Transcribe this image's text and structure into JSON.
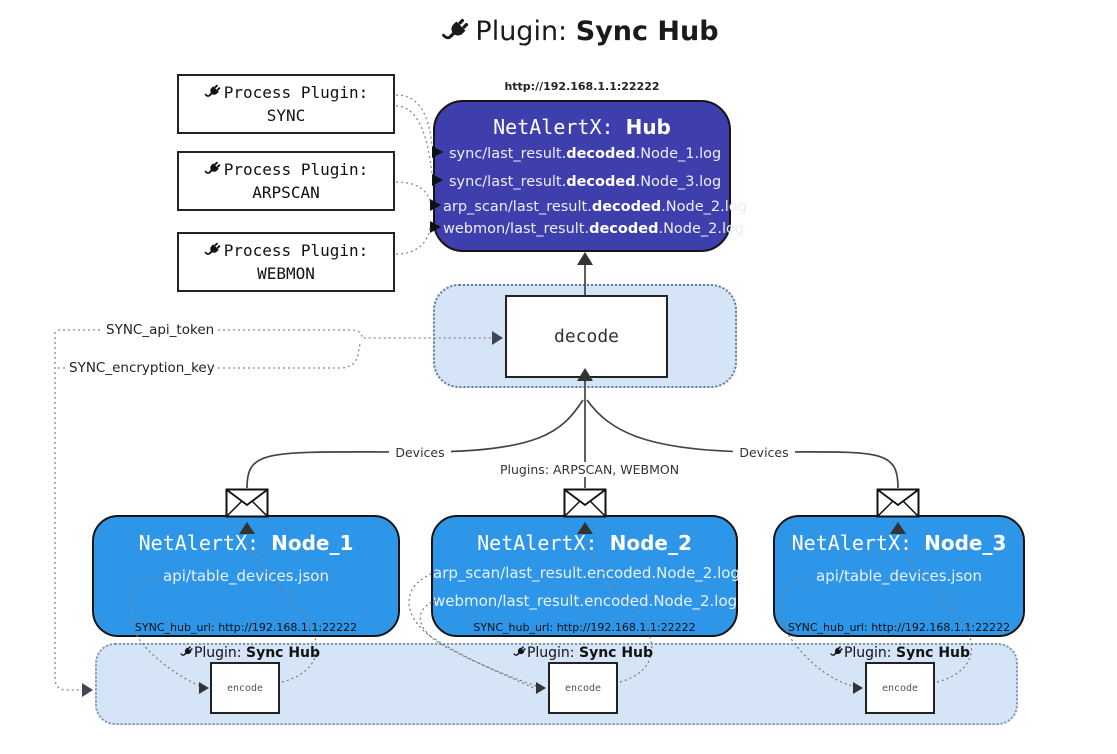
{
  "page_title": {
    "prefix": "Plugin:",
    "name": "Sync Hub"
  },
  "hub": {
    "url": "http://192.168.1.1:22222",
    "title_prefix": "NetAlertX:",
    "title_name": "Hub",
    "files": [
      {
        "pre": "sync/last_result.",
        "bold": "decoded",
        "post": ".Node_1.log"
      },
      {
        "pre": "sync/last_result.",
        "bold": "decoded",
        "post": ".Node_3.log"
      },
      {
        "pre": "arp_scan/last_result.",
        "bold": "decoded",
        "post": ".Node_2.log"
      },
      {
        "pre": "webmon/last_result.",
        "bold": "decoded",
        "post": ".Node_2.log"
      }
    ]
  },
  "process_plugins": [
    {
      "label": "Process Plugin:",
      "name": "SYNC"
    },
    {
      "label": "Process Plugin:",
      "name": "ARPSCAN"
    },
    {
      "label": "Process Plugin:",
      "name": "WEBMON"
    }
  ],
  "decode_label": "decode",
  "settings": {
    "api_token": "SYNC_api_token",
    "encryption_key": "SYNC_encryption_key"
  },
  "edge_labels": {
    "left": "Devices",
    "center": "Plugins: ARPSCAN, WEBMON",
    "right": "Devices"
  },
  "nodes": [
    {
      "title_prefix": "NetAlertX:",
      "title_name": "Node_1",
      "files": [
        "api/table_devices.json"
      ],
      "hub_url": "SYNC_hub_url: http://192.168.1.1:22222"
    },
    {
      "title_prefix": "NetAlertX:",
      "title_name": "Node_2",
      "files": [
        "arp_scan/last_result.encoded.Node_2.log",
        "webmon/last_result.encoded.Node_2.log"
      ],
      "hub_url": "SYNC_hub_url: http://192.168.1.1:22222"
    },
    {
      "title_prefix": "NetAlertX:",
      "title_name": "Node_3",
      "files": [
        "api/table_devices.json"
      ],
      "hub_url": "SYNC_hub_url: http://192.168.1.1:22222"
    }
  ],
  "encoders": [
    {
      "label_prefix": "Plugin:",
      "label_name": "Sync Hub",
      "box_label": "encode"
    },
    {
      "label_prefix": "Plugin:",
      "label_name": "Sync Hub",
      "box_label": "encode"
    },
    {
      "label_prefix": "Plugin:",
      "label_name": "Sync Hub",
      "box_label": "encode"
    }
  ],
  "colors": {
    "hub-fill": "#3e3ead",
    "node-fill": "#2e96e8",
    "panel-fill": "#d5e5f7",
    "panel-border": "#5b7f99",
    "line-dark": "#444444",
    "ink": "#1a1a1a"
  }
}
